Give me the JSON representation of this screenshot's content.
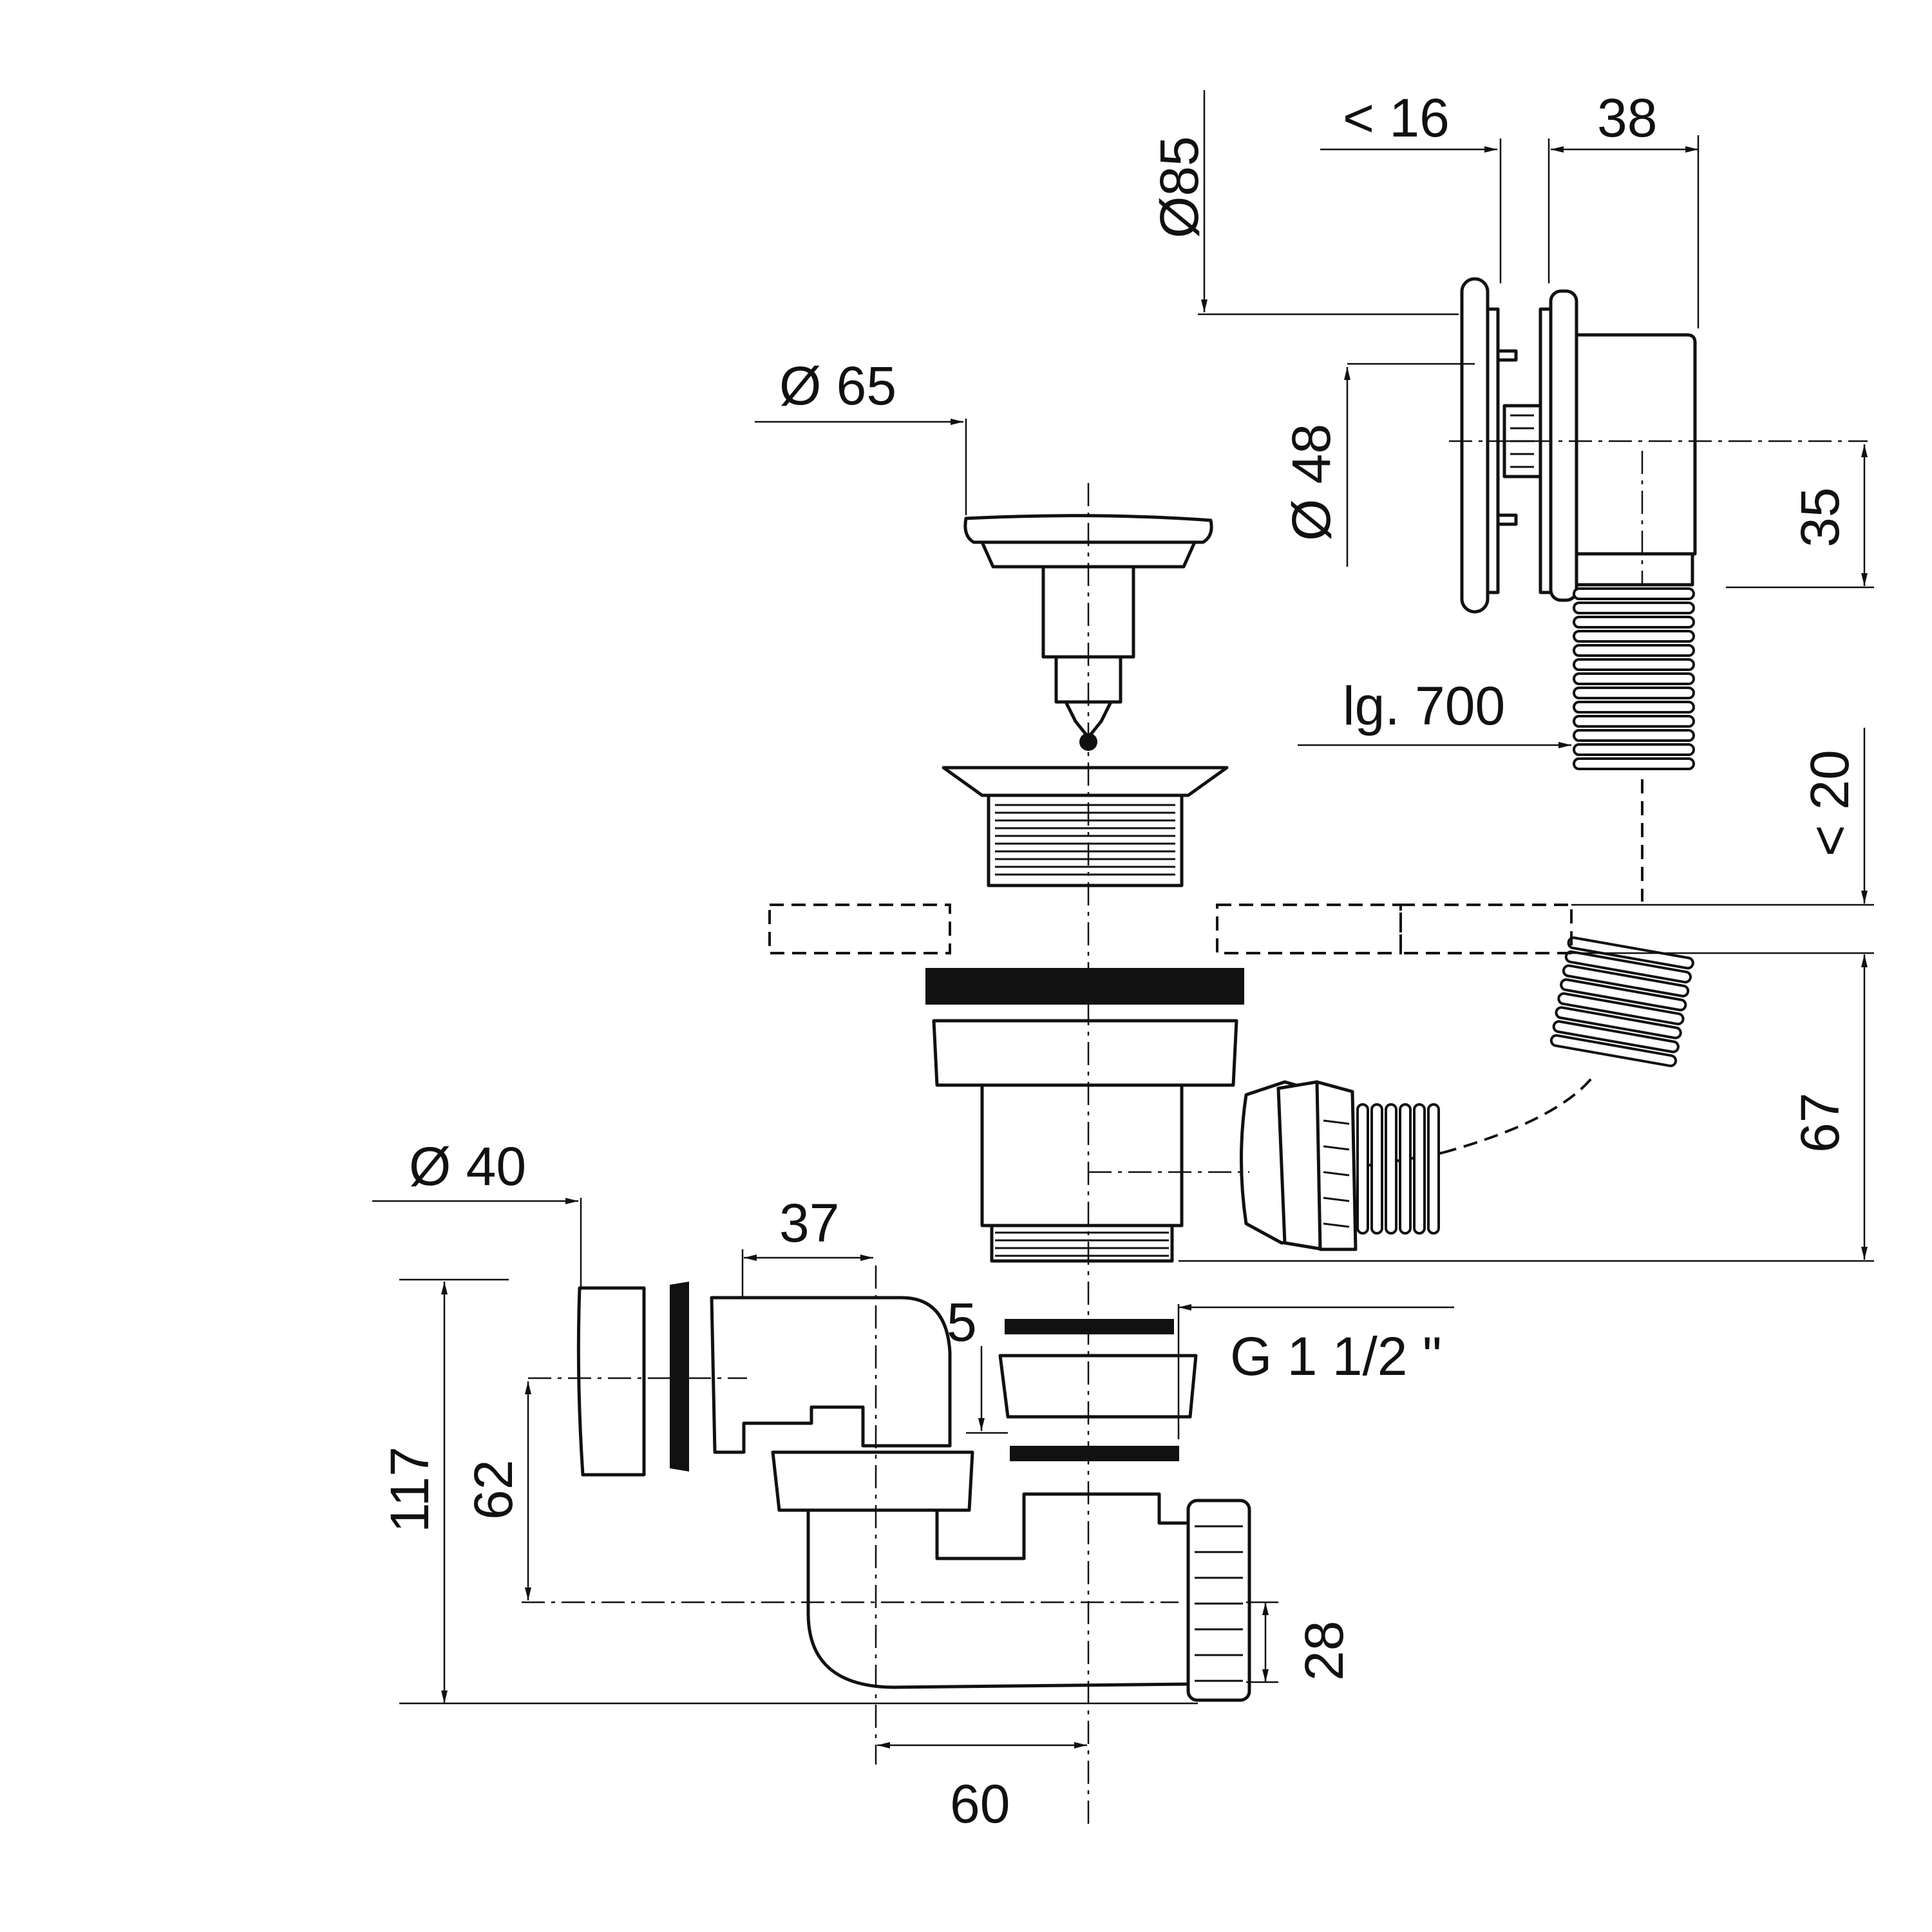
{
  "dimensions": {
    "d85": "Ø85",
    "lt16": "< 16",
    "w38": "38",
    "d65": "Ø 65",
    "d48": "Ø 48",
    "h35": "35",
    "lg700": "lg. 700",
    "lt20": "< 20",
    "h67": "67",
    "d40": "Ø 40",
    "w37": "37",
    "t5": "5",
    "thread": "G 1  1/2 \"",
    "h117": "117",
    "h62": "62",
    "h28": "28",
    "w60": "60"
  },
  "colors": {
    "line": "#111111",
    "background": "#ffffff"
  }
}
